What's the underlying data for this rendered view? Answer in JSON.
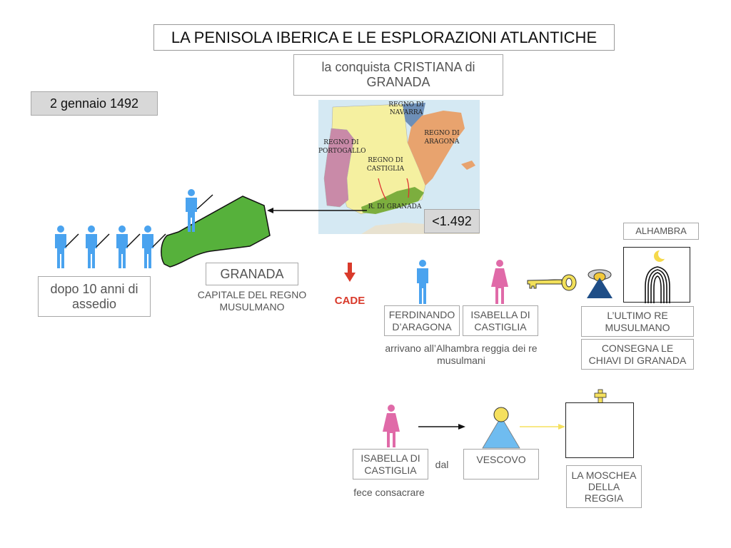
{
  "title": "LA PENISOLA IBERICA E LE ESPLORAZIONI ATLANTICHE",
  "subtitle": "la conquista CRISTIANA di GRANADA",
  "date_label": "2 gennaio 1492",
  "map": {
    "labels": {
      "navarra": "REGNO DI NAVARRA",
      "aragona": "REGNO DI ARAGONA",
      "portogallo": "REGNO DI PORTOGALLO",
      "castiglia": "REGNO DI CASTIGLIA",
      "granada": "R. DI GRANADA"
    },
    "date_badge": "<1.492",
    "colors": {
      "sea": "#d5e9f3",
      "castiglia": "#f5f0a0",
      "portogallo": "#c98aa8",
      "aragona": "#e8a36e",
      "navarra": "#6d8fb8",
      "granada": "#7cae3e"
    }
  },
  "siege": {
    "caption": "dopo 10 anni di assedio",
    "soldier_color": "#4aa3ef",
    "granada_shape_color": "#56b13b"
  },
  "granada": {
    "label": "GRANADA",
    "description": "CAPITALE DEL REGNO MUSULMANO",
    "falls_label": "CADE",
    "falls_color": "#d93a2b"
  },
  "kings": {
    "ferdinando": "FERDINANDO D’ARAGONA",
    "isabella": "ISABELLA DI CASTIGLIA",
    "caption": "arrivano all’Alhambra reggia dei re musulmani",
    "male_color": "#4aa3ef",
    "female_color": "#e06aa8"
  },
  "alhambra": {
    "label": "ALHAMBRA",
    "last_king": "L’ULTIMO RE MUSULMANO",
    "hands_keys": "CONSEGNA LE CHIAVI DI GRANADA",
    "key_color": "#f2e05a"
  },
  "consecration": {
    "isabella": "ISABELLA DI CASTIGLIA",
    "action": "fece consacrare",
    "by": "dal",
    "bishop": "VESCOVO",
    "mosque": "LA MOSCHEA DELLA REGGIA",
    "bishop_head_color": "#f5e05e",
    "bishop_robe_color": "#6fbcf0"
  }
}
